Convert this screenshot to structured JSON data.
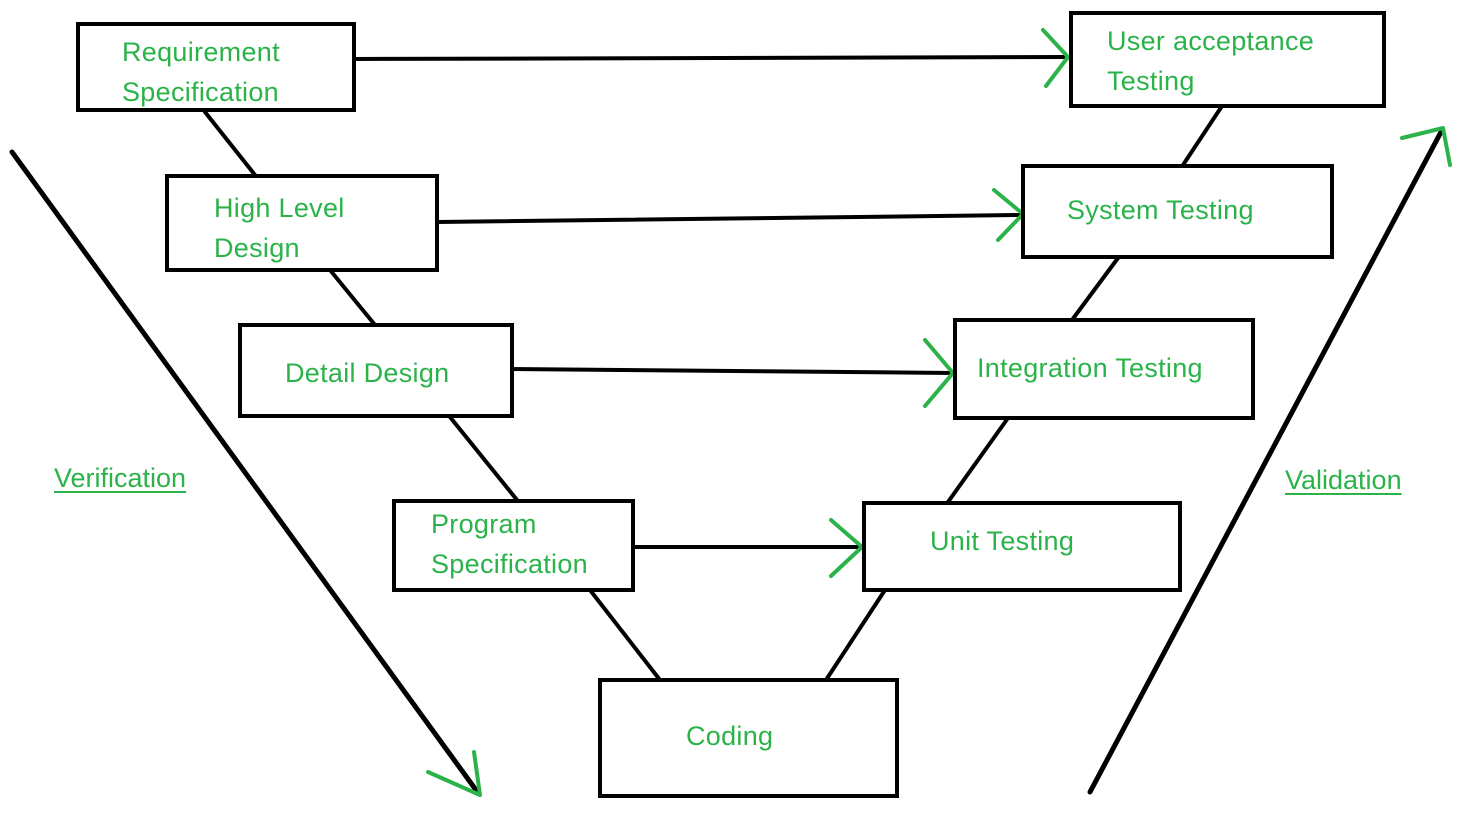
{
  "colors": {
    "stroke": "#000000",
    "label": "#2bb34a",
    "arrowhead": "#2bb34a",
    "background": "#ffffff"
  },
  "left_arm": {
    "requirement": "Requirement\nSpecification",
    "high_level": "High Level\nDesign",
    "detail": "Detail Design",
    "program": "Program\nSpecification"
  },
  "bottom": {
    "coding": "Coding"
  },
  "right_arm": {
    "uat": "User acceptance\nTesting",
    "system": "System Testing",
    "integration": "Integration Testing",
    "unit": "Unit Testing"
  },
  "side_labels": {
    "verification": "Verification",
    "validation": "Validation"
  }
}
